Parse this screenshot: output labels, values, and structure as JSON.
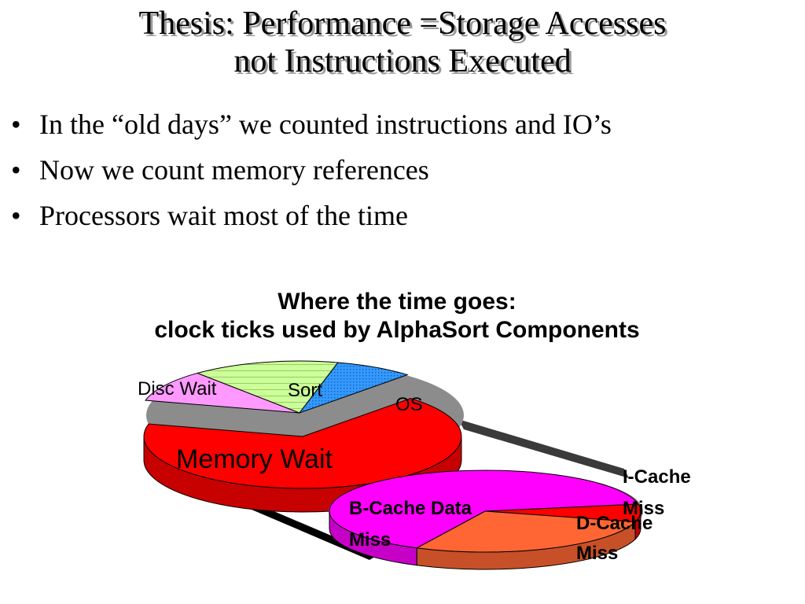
{
  "slide": {
    "title_line1": "Thesis: Performance =Storage Accesses",
    "title_line2": "not Instructions Executed",
    "bullet_char": "•",
    "bullets": [
      "In the “old days” we counted instructions and IO’s",
      "Now we count memory references",
      "Processors wait most of the time"
    ]
  },
  "chart_data": [
    {
      "type": "pie",
      "title": "Where the time goes:",
      "subtitle": "clock ticks used by AlphaSort Components",
      "slices": [
        {
          "label": "Disc Wait",
          "value": 10,
          "color": "#ff99ff"
        },
        {
          "label": "Sort",
          "value": 15,
          "color": "#ccff99"
        },
        {
          "label": "OS",
          "value": 8,
          "color": "#3399ff"
        },
        {
          "label": "Memory Wait",
          "value": 67,
          "color": "#ff0000",
          "exploded_to_detail": true
        }
      ]
    },
    {
      "type": "pie",
      "title": "",
      "breakdown_of": "Memory Wait",
      "slices": [
        {
          "label": "I-Cache Miss",
          "value": 7,
          "color": "#ff0000"
        },
        {
          "label": "D-Cache Miss",
          "value": 28,
          "color": "#ff6633"
        },
        {
          "label": "B-Cache Data Miss",
          "value": 65,
          "color": "#ff00ff"
        }
      ]
    }
  ]
}
